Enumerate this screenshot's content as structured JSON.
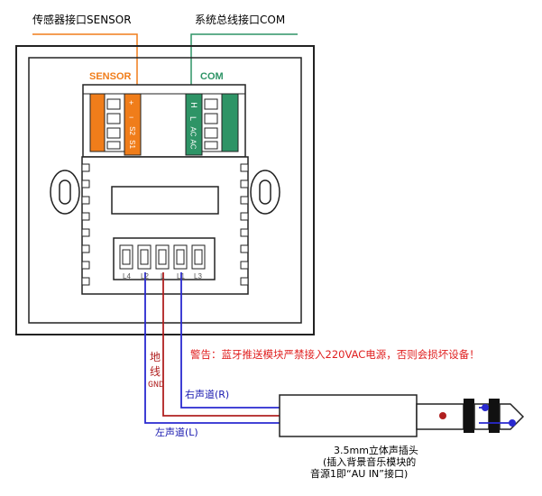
{
  "labels": {
    "sensor_port": "传感器接口SENSOR",
    "system_bus_port": "系统总线接口COM",
    "sensor_block": "SENSOR",
    "com_block": "COM",
    "warning": "警告：蓝牙推送模块严禁接入220VAC电源，否则会损坏设备！",
    "ground_char1": "地",
    "ground_char2": "线",
    "ground_gnd": "GND",
    "right_channel": "右声道(R)",
    "left_channel": "左声道(L)",
    "plug_line1": "3.5mm立体声插头",
    "plug_line2": "(插入背景音乐模块的",
    "plug_line3": "音源1即“AU IN”接口)"
  },
  "sensor_pins": [
    "+",
    "−",
    "S2",
    "S1"
  ],
  "com_pins": [
    "H",
    "L",
    "AC",
    "AC"
  ],
  "bottom_terminals": [
    "L4",
    "L2",
    "L",
    "L1",
    "L3"
  ],
  "colors": {
    "sensor_accent": "#f07d1a",
    "com_accent": "#2e9466",
    "wire_blue": "#2a2ad0",
    "wire_red": "#b02020",
    "warning_text": "#e02020",
    "label_blue": "#1a1ab0"
  }
}
